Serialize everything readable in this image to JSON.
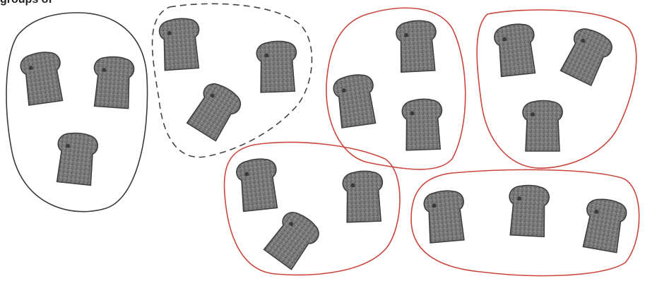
{
  "header": {
    "text": "groups of"
  },
  "slice_icon": "bread-slice-icon",
  "colors": {
    "group_black": "#3a3a3a",
    "group_dashed": "#444444",
    "group_red": "#c9463e",
    "bread_fill": "#7c7c7c",
    "bread_edge": "#3e3e3e"
  },
  "groups": [
    {
      "name": "group-1",
      "style": "solid-black",
      "slice_count": 3
    },
    {
      "name": "group-2",
      "style": "dashed-black",
      "slice_count": 3
    },
    {
      "name": "group-3",
      "style": "solid-red",
      "slice_count": 3
    },
    {
      "name": "group-4",
      "style": "solid-red",
      "slice_count": 3
    },
    {
      "name": "group-5",
      "style": "solid-red",
      "slice_count": 3
    },
    {
      "name": "group-6",
      "style": "solid-red",
      "slice_count": 3
    }
  ]
}
